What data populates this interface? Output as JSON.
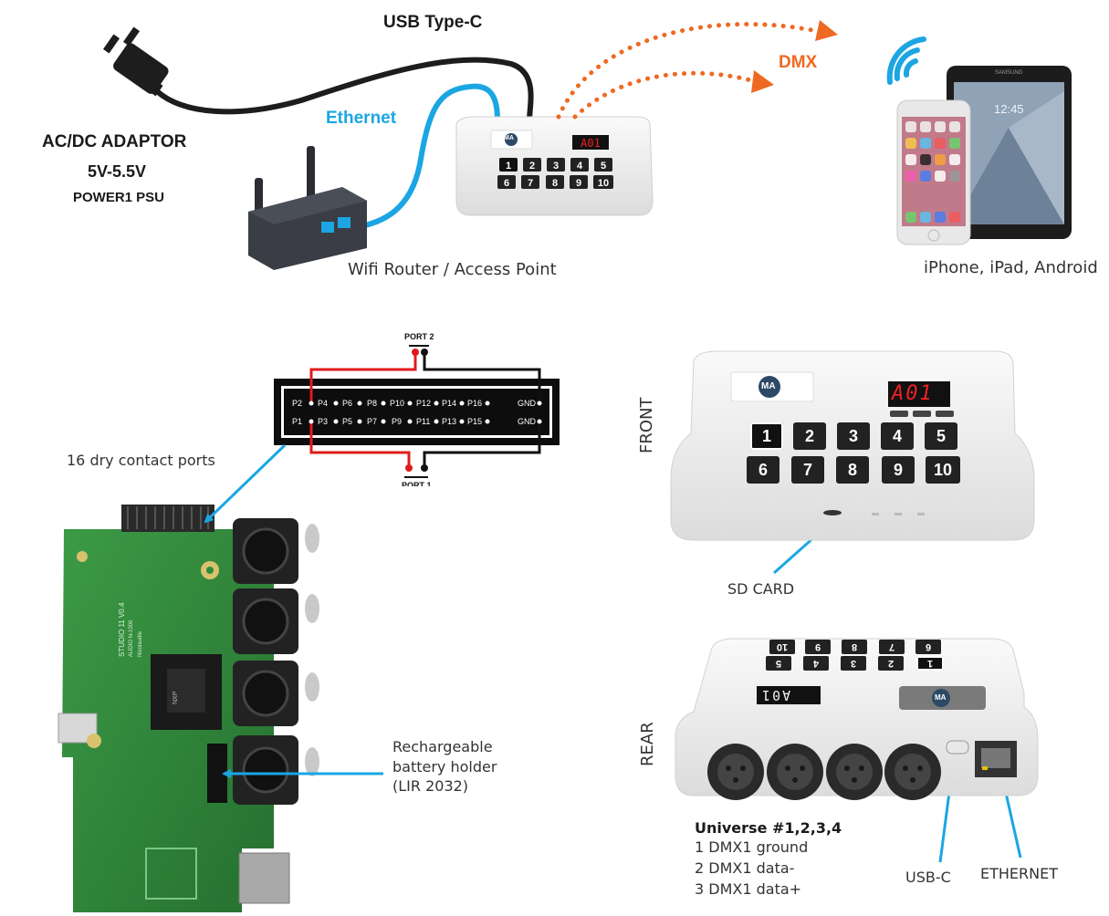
{
  "top": {
    "usb_label": "USB Type-C",
    "dmx_label": "DMX",
    "ethernet_label": "Ethernet",
    "adaptor": {
      "line1": "AC/DC ADAPTOR",
      "line2": "5V-5.5V",
      "line3": "POWER1 PSU"
    },
    "router_label": "Wifi Router / Access Point",
    "devices_label": "iPhone, iPad, Android",
    "tablet_clock": "12:45",
    "tablet_brand": "SAMSUNG"
  },
  "device": {
    "display": "A01",
    "logo": "MA",
    "keys_row1": [
      "1",
      "2",
      "3",
      "4",
      "5"
    ],
    "keys_row2": [
      "6",
      "7",
      "8",
      "9",
      "10"
    ],
    "rear_keys_row1": [
      "10",
      "9",
      "8",
      "7",
      "6"
    ],
    "rear_keys_row2": [
      "5",
      "4",
      "3",
      "2",
      "1"
    ]
  },
  "connector": {
    "port_top": "PORT 2",
    "port_bottom": "PORT 1",
    "row_top": [
      "P2",
      "P4",
      "P6",
      "P8",
      "P10",
      "P12",
      "P14",
      "P16",
      "GND"
    ],
    "row_bottom": [
      "P1",
      "P3",
      "P5",
      "P7",
      "P9",
      "P11",
      "P13",
      "P15",
      "GND"
    ]
  },
  "pcb": {
    "text_lines": [
      "STUDIO 11 V0.4",
      "AUDIO N-1000",
      "Nicolaudie"
    ],
    "chip": "NXP"
  },
  "labels": {
    "dry_contact": "16 dry contact ports",
    "battery_line1": "Rechargeable",
    "battery_line2": "battery holder",
    "battery_line3": "(LIR 2032)",
    "front": "FRONT",
    "sd_card": "SD CARD",
    "rear": "REAR",
    "usb_c": "USB-C",
    "ethernet": "ETHERNET",
    "universe_title": "Universe #1,2,3,4",
    "pin1": "1 DMX1 ground",
    "pin2": "2 DMX1 data-",
    "pin3": "3 DMX1 data+"
  },
  "colors": {
    "arrow_blue": "#1ba6e3",
    "dmx_orange": "#ee6a22",
    "pcb_green": "#2e8b3a",
    "wire_red": "#e01b1b"
  }
}
